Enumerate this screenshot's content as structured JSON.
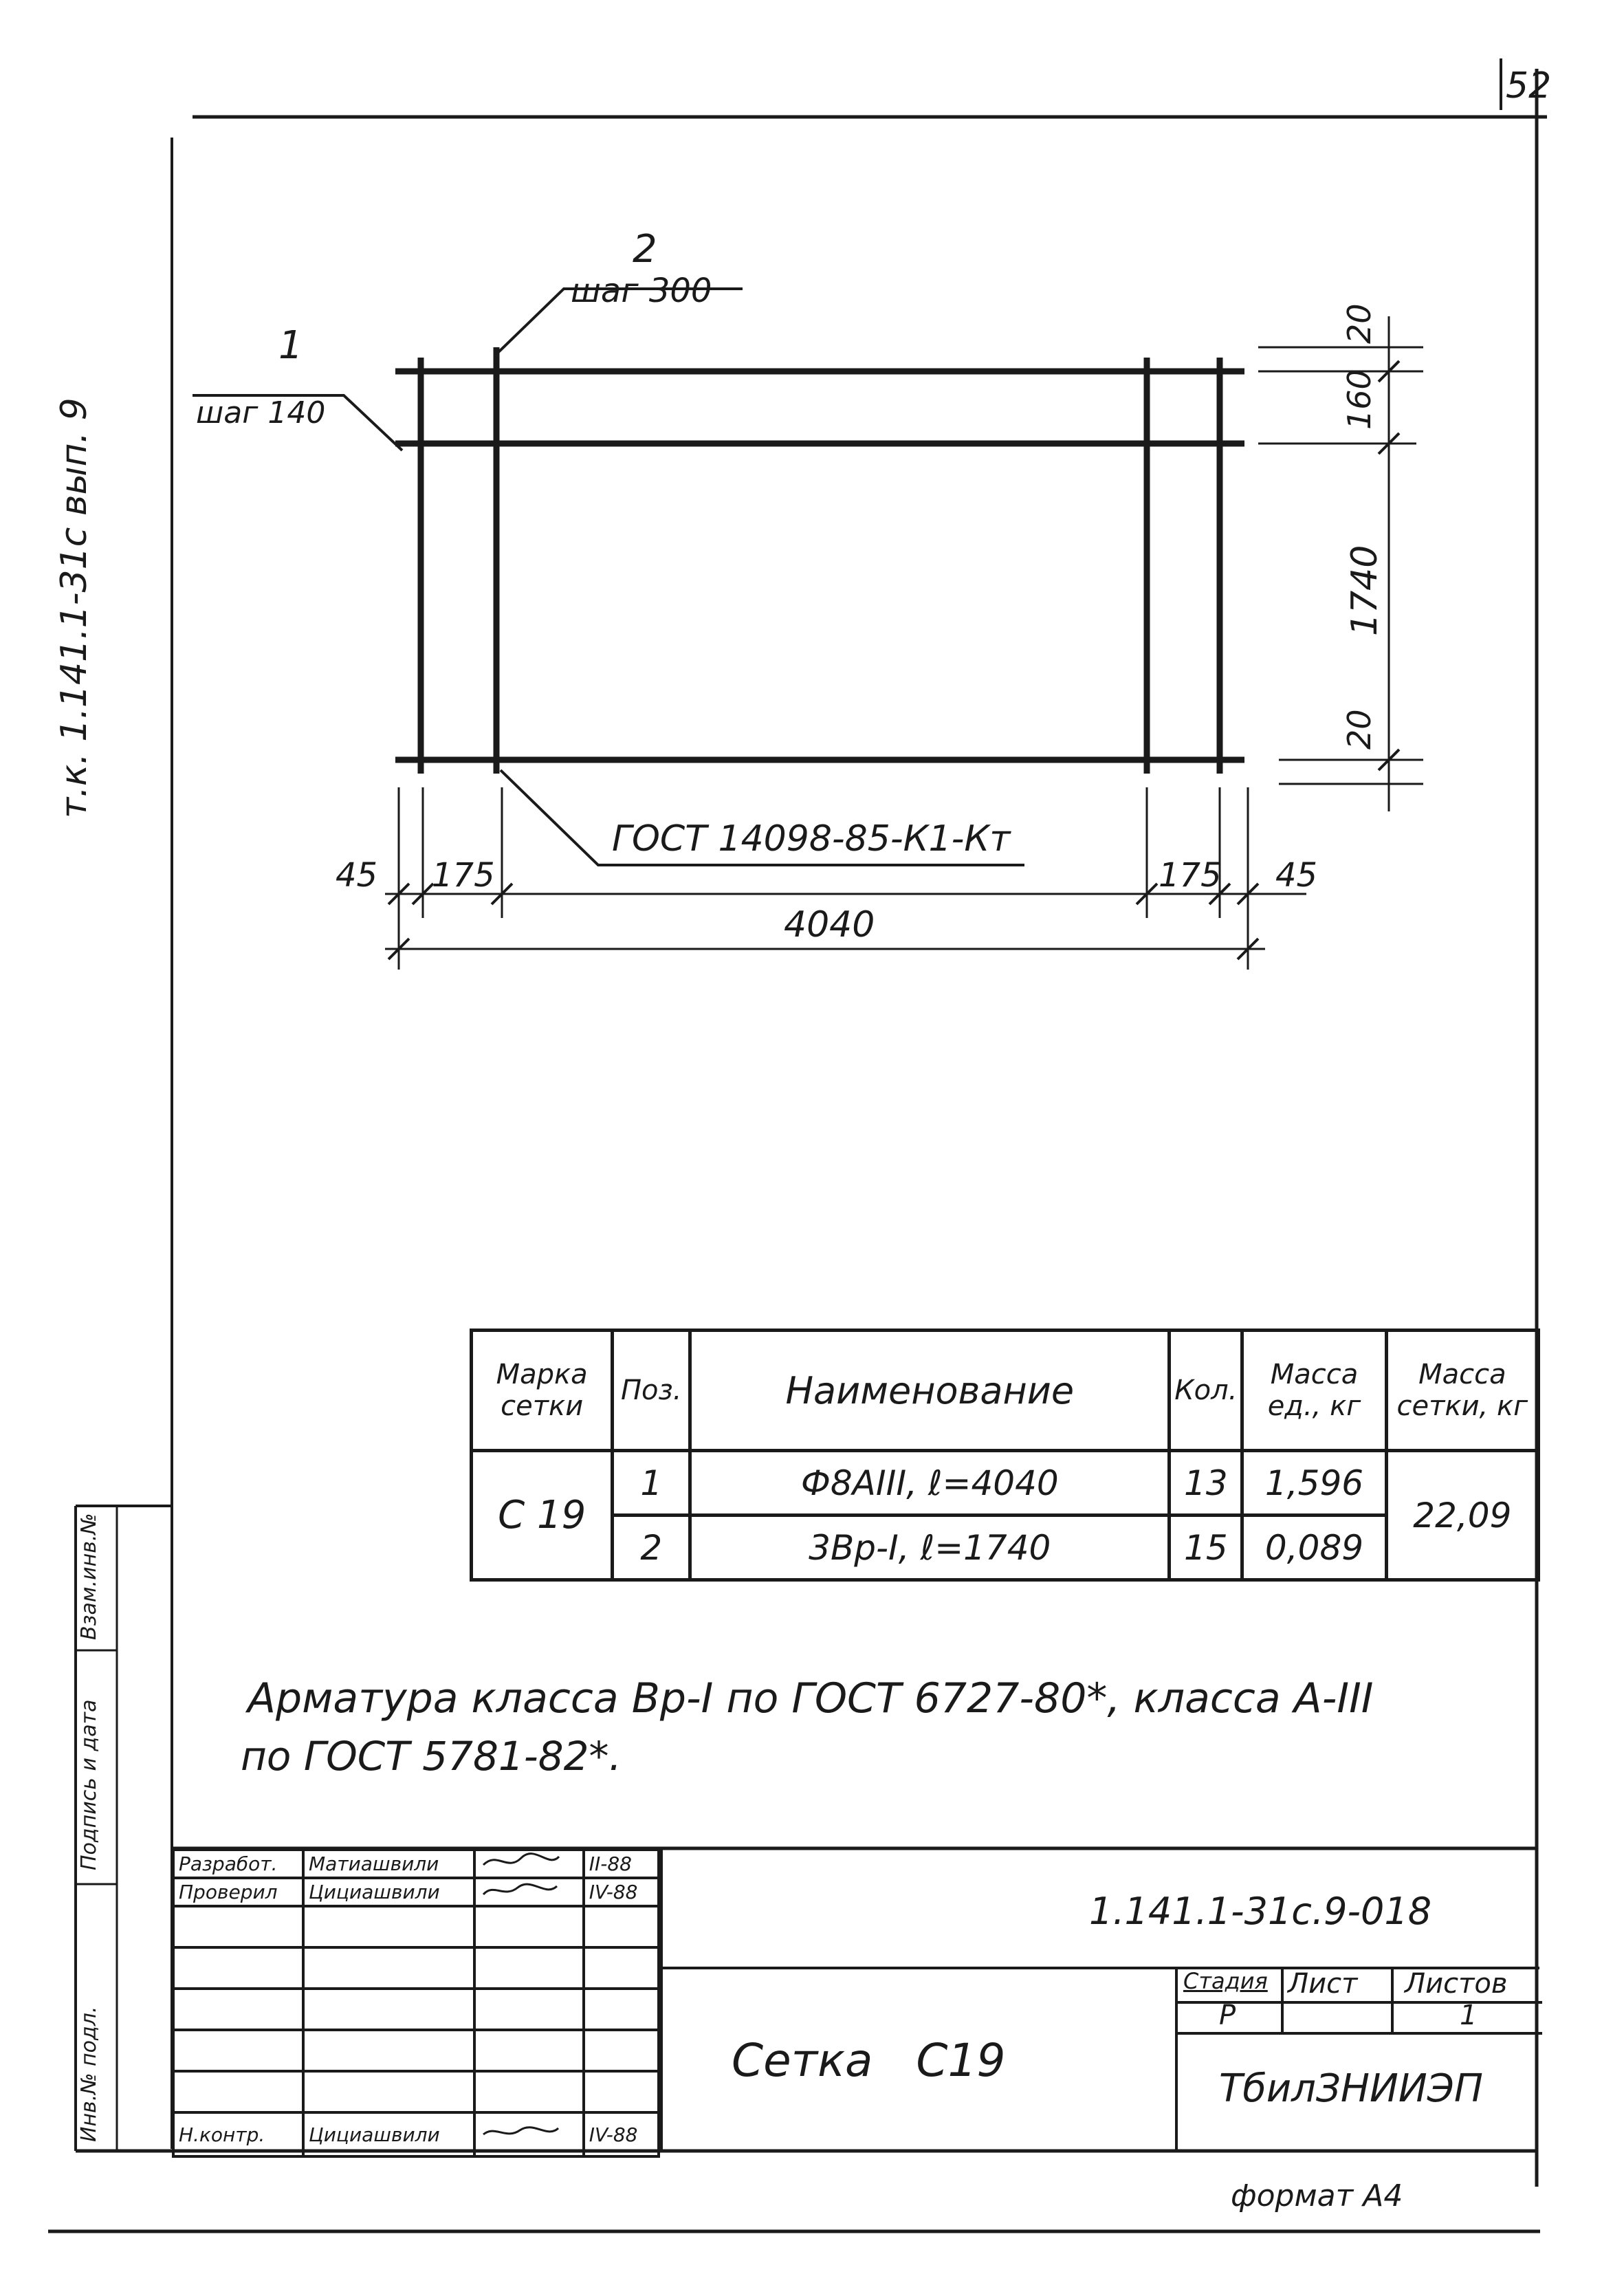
{
  "page_number": "52",
  "side_label": "т.к. 1.141.1-31с  вып. 9",
  "stamp_column": {
    "label_1": "Взам.инв.№",
    "label_2": "Подпись и дата",
    "label_3": "Инв.№ подл."
  },
  "drawing": {
    "pos1_number": "1",
    "pos1_step": "шаг 140",
    "pos2_number": "2",
    "pos2_step": "шаг 300",
    "gost_label": "ГОСТ 14098-85-К1-Кт",
    "dims": {
      "left_edge": "45",
      "left_inner": "175",
      "right_inner": "175",
      "right_edge": "45",
      "total_width": "4040",
      "top_offset": "20",
      "top_step": "160",
      "height": "1740",
      "bottom_offset": "20"
    }
  },
  "spec_table": {
    "headers": {
      "mark": "Марка сетки",
      "pos": "Поз.",
      "name": "Наименование",
      "qty": "Кол.",
      "unit_mass": "Масса ед., кг",
      "total_mass": "Масса сетки, кг"
    },
    "mark_value": "С 19",
    "total_mass_value": "22,09",
    "rows": [
      {
        "pos": "1",
        "name": "Ф8АIII, ℓ=4040",
        "qty": "13",
        "unit_mass": "1,596"
      },
      {
        "pos": "2",
        "name": "3Вр-I, ℓ=1740",
        "qty": "15",
        "unit_mass": "0,089"
      }
    ]
  },
  "note": {
    "line1": "Арматура класса Вр-I по ГОСТ 6727-80*, класса А-III",
    "line2": "по ГОСТ 5781-82*."
  },
  "title_block": {
    "role_developed": "Разработ.",
    "role_checked": "Проверил",
    "role_norm": "Н.контр.",
    "name_developed": "Матиашвили",
    "name_checked": "Цициашвили",
    "name_norm": "Цициашвили",
    "date_developed": "II-88",
    "date_checked": "IV-88",
    "date_norm": "IV-88",
    "doc_code": "1.141.1-31с.9-018",
    "title": "Сетка   С19",
    "stage_label": "Стадия",
    "sheet_label": "Лист",
    "sheets_label": "Листов",
    "stage_value": "Р",
    "sheet_value": "",
    "sheets_value": "1",
    "organization": "ТбилЗНИИЭП"
  },
  "format_label": "формат А4"
}
